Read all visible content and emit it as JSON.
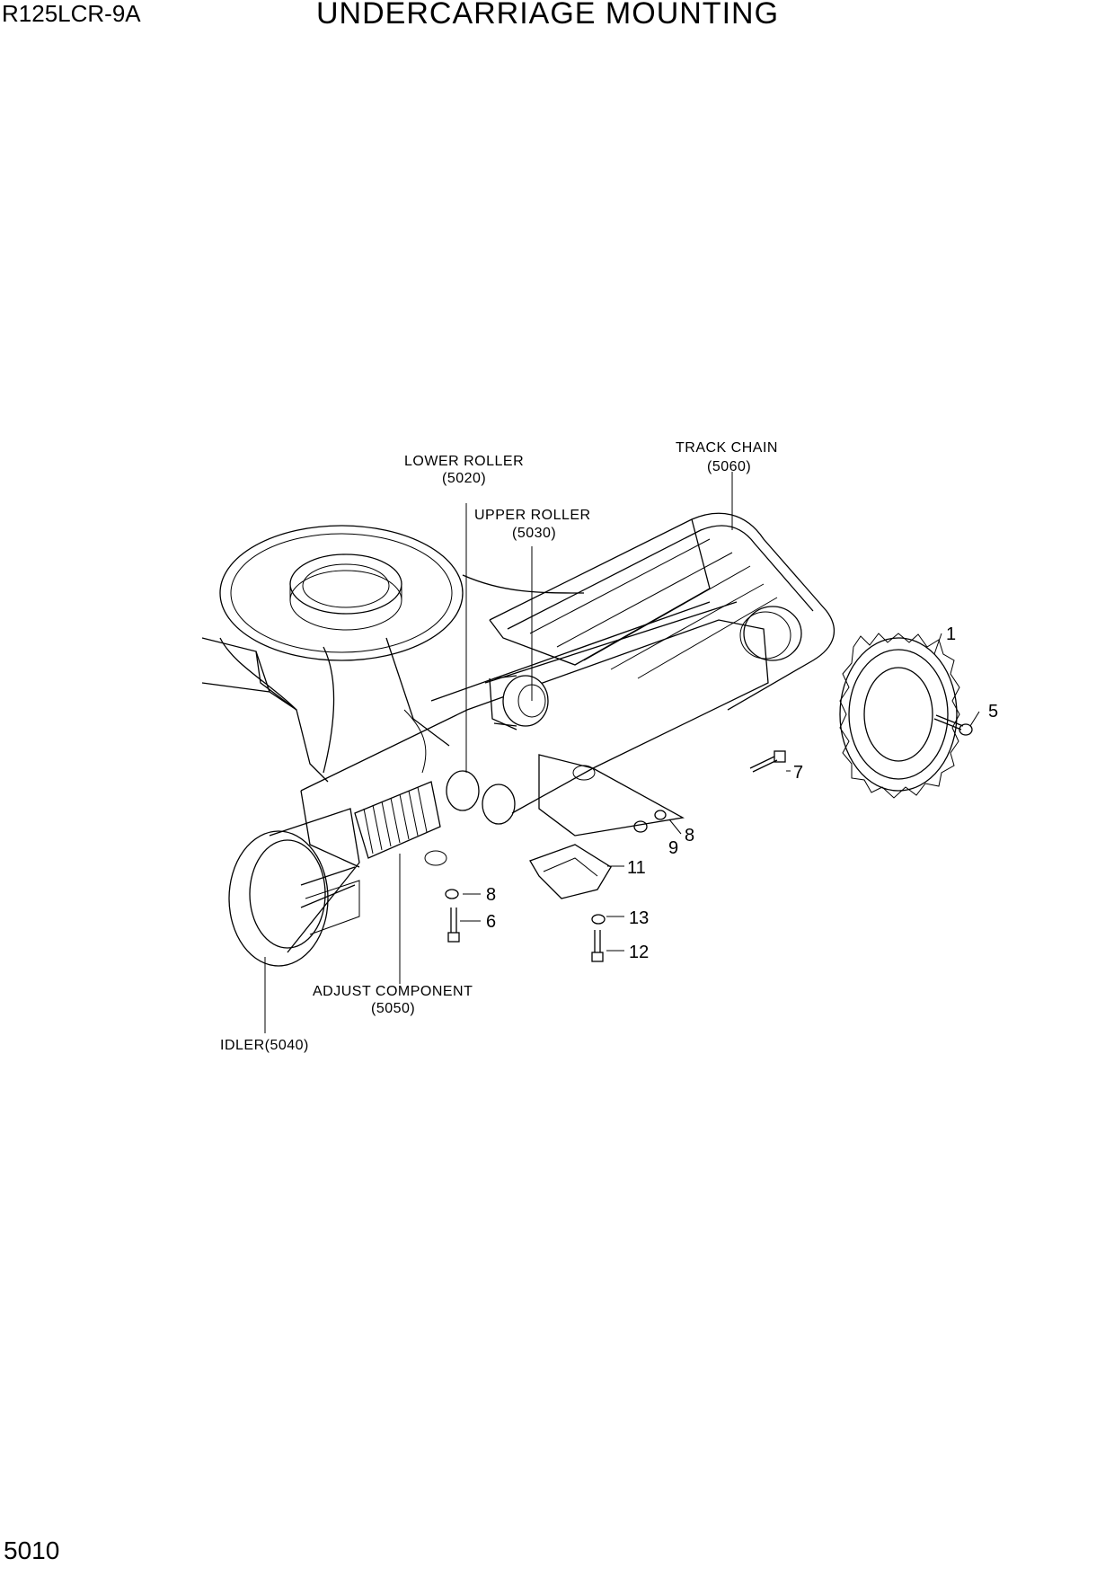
{
  "header": {
    "model": "R125LCR-9A",
    "title": "UNDERCARRIAGE MOUNTING"
  },
  "footer": {
    "page_number": "5010"
  },
  "callouts": {
    "lower_roller": {
      "name": "LOWER ROLLER",
      "code": "(5020)"
    },
    "upper_roller": {
      "name": "UPPER ROLLER",
      "code": "(5030)"
    },
    "track_chain": {
      "name": "TRACK CHAIN",
      "code": "(5060)"
    },
    "adjust_component": {
      "name": "ADJUST COMPONENT",
      "code": "(5050)"
    },
    "idler": {
      "name": "IDLER(5040)"
    }
  },
  "part_numbers": {
    "p1": "1",
    "p5": "5",
    "p7": "7",
    "p8a": "8",
    "p9": "9",
    "p8b": "8",
    "p11": "11",
    "p13": "13",
    "p12": "12",
    "p6": "6"
  }
}
